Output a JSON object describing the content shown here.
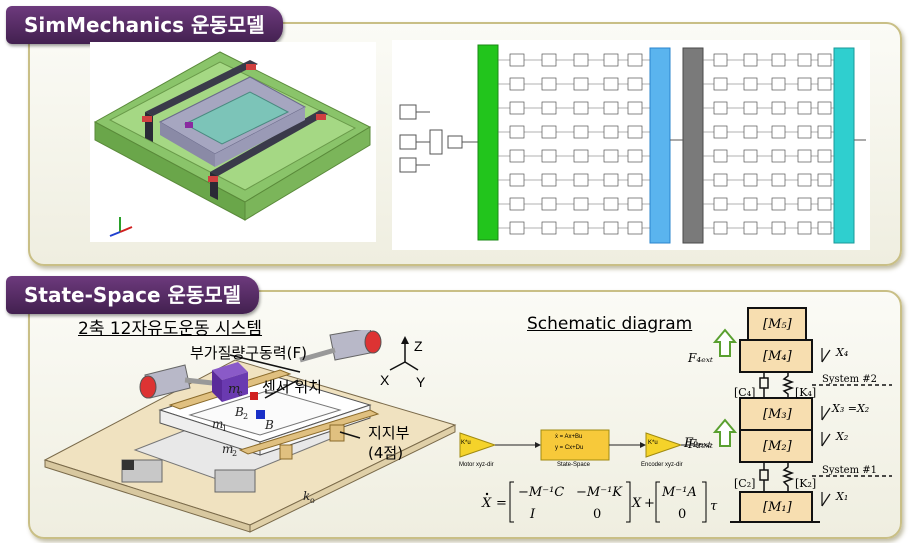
{
  "top_section": {
    "title": "SimMechanics 운동모델"
  },
  "bottom_section": {
    "title": "State-Space 운동모델",
    "system_title": "2축 12자유도운동 시스템",
    "labels": {
      "drive_force": "부가질량구동력(F)",
      "sensor_pos": "센서 위치",
      "support": "지지부",
      "support_count": "(4점)",
      "axis_z": "Z",
      "axis_x": "X",
      "axis_y": "Y"
    },
    "schematic_title": "Schematic diagram",
    "blocks": {
      "gain_in": "K*u",
      "ss_eq1": "ẋ = Ax+Bu",
      "ss_eq2": "y = Cx+Du",
      "gain_out": "K*u",
      "motor_label": "Motor xyz-dir",
      "ss_label": "State-Space",
      "encoder_label": "Encoder xyz-dir",
      "signal_out": "F₂ₑₓₜ"
    },
    "mass_diagram": {
      "masses": [
        "[M₅]",
        "[M₄]",
        "[M₃]",
        "[M₂]",
        "[M₁]"
      ],
      "c_labels": [
        "[C₄]",
        "[C₂]"
      ],
      "k_labels": [
        "[K₄]",
        "[K₂]"
      ],
      "x_labels": [
        "X₄",
        "X₃ =X₂",
        "X₂",
        "X₁"
      ],
      "forces": [
        "F₄ₑₓₜ",
        "F₂ₑₓₜ"
      ],
      "systems": [
        "System #2",
        "System #1"
      ]
    }
  },
  "colors": {
    "tab": "#4f2a5e",
    "green_block": "#22c51c",
    "blue_block": "#5ab4ee",
    "gray_block": "#7a7a7a",
    "cyan_block": "#2fcfcf",
    "gain": "#f5d32a",
    "ss_block": "#f7c93a"
  }
}
